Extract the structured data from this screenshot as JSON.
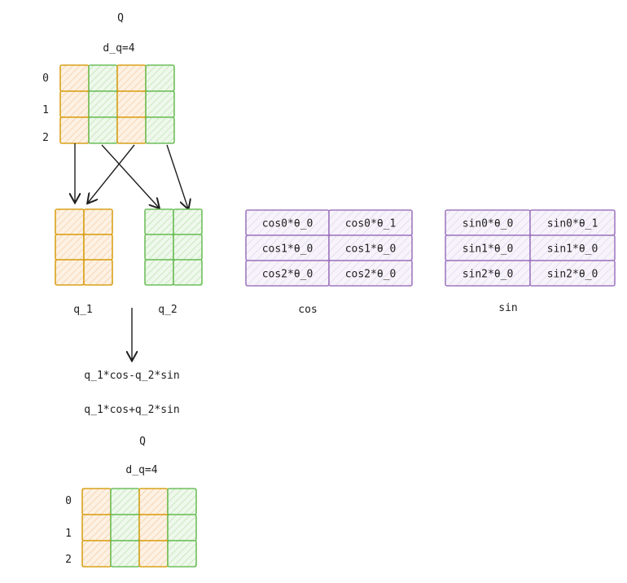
{
  "colors": {
    "orange_stroke": "#d9a21b",
    "orange_fill": "#fde7cf",
    "green_stroke": "#6fbf5c",
    "green_fill": "#d6efd0",
    "purple_stroke": "#a07ac0",
    "purple_fill": "#ece4f5",
    "arrow": "#1e1e1e"
  },
  "top_matrix": {
    "title": "Q",
    "dim_label": "d_q=4",
    "row_labels": [
      "0",
      "1",
      "2"
    ],
    "columns": [
      "orange",
      "green",
      "orange",
      "green"
    ]
  },
  "q1": {
    "label": "q_1",
    "color": "orange"
  },
  "q2": {
    "label": "q_2",
    "color": "green"
  },
  "cos": {
    "label": "cos",
    "cells": [
      [
        "cos0*θ_0",
        "cos0*θ_1"
      ],
      [
        "cos1*θ_0",
        "cos1*θ_0"
      ],
      [
        "cos2*θ_0",
        "cos2*θ_0"
      ]
    ]
  },
  "sin": {
    "label": "sin",
    "cells": [
      [
        "sin0*θ_0",
        "sin0*θ_1"
      ],
      [
        "sin1*θ_0",
        "sin1*θ_0"
      ],
      [
        "sin2*θ_0",
        "sin2*θ_0"
      ]
    ]
  },
  "formulas": [
    "q_1*cos-q_2*sin",
    "q_1*cos+q_2*sin"
  ],
  "bottom_matrix": {
    "title": "Q",
    "dim_label": "d_q=4",
    "row_labels": [
      "0",
      "1",
      "2"
    ],
    "columns": [
      "orange",
      "green",
      "orange",
      "green"
    ]
  }
}
